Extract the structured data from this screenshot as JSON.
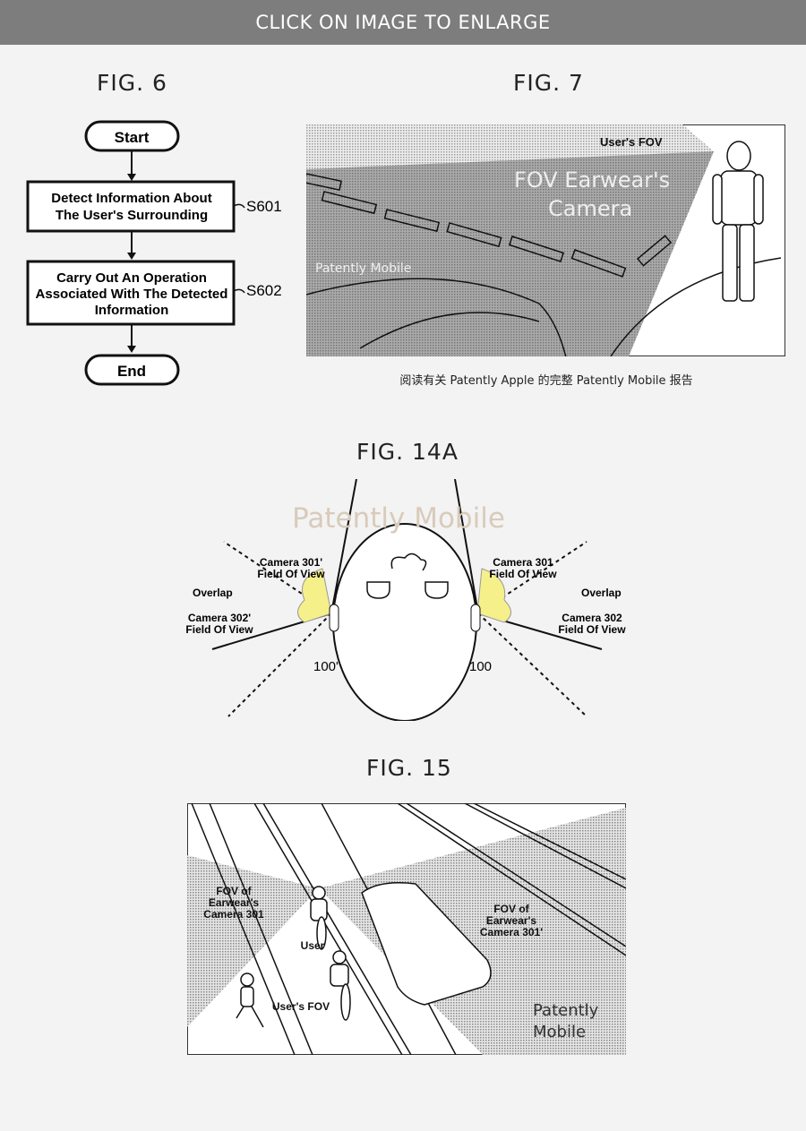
{
  "banner": {
    "label": "CLICK ON IMAGE TO ENLARGE"
  },
  "fig6": {
    "title": "FIG. 6",
    "start": "Start",
    "step1": {
      "line1": "Detect Information About",
      "line2": "The User's Surrounding",
      "ref": "S601"
    },
    "step2": {
      "line1": "Carry Out An Operation",
      "line2": "Associated With The Detected",
      "line3": "Information",
      "ref": "S602"
    },
    "end": "End"
  },
  "fig7": {
    "title": "FIG. 7",
    "users_fov": "User's FOV",
    "camera_fov_line1": "FOV Earwear's",
    "camera_fov_line2": "Camera",
    "watermark": "Patently Mobile",
    "caption": "阅读有关 Patently Apple 的完整 Patently Mobile 报告"
  },
  "fig14a": {
    "title": "FIG. 14A",
    "watermark": "Patently Mobile",
    "left": {
      "cam301": "Camera 301'",
      "fov1": "Field Of View",
      "overlap": "Overlap",
      "cam302": "Camera 302'",
      "fov2": "Field Of View",
      "ref": "100'"
    },
    "right": {
      "cam301": "Camera 301",
      "fov1": "Field Of View",
      "overlap": "Overlap",
      "cam302": "Camera 302",
      "fov2": "Field Of View",
      "ref": "100"
    },
    "colors": {
      "overlap_fill": "#f5f08a"
    }
  },
  "fig15": {
    "title": "FIG. 15",
    "fov_left": {
      "line1": "FOV of",
      "line2": "Earwear's",
      "line3": "Camera 301"
    },
    "fov_right": {
      "line1": "FOV of",
      "line2": "Earwear's",
      "line3": "Camera 301'"
    },
    "user": "User",
    "users_fov": "User's FOV",
    "watermark_line1": "Patently",
    "watermark_line2": "Mobile"
  }
}
